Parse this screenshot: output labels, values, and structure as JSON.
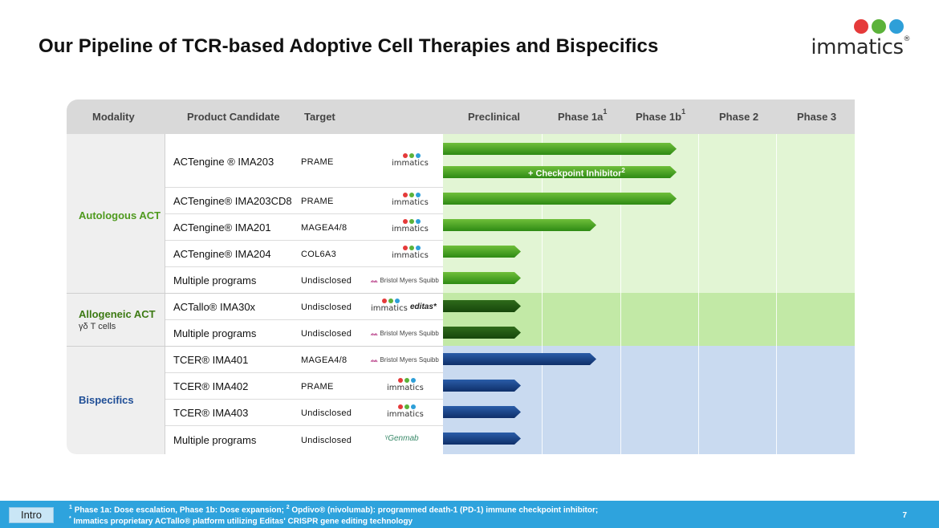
{
  "title": "Our Pipeline of TCR-based Adoptive Cell Therapies and Bispecifics",
  "logo": {
    "text": "immatics",
    "registered": "®",
    "dot_colors": [
      "#e53a3a",
      "#5bb23a",
      "#2e9fd8"
    ]
  },
  "header": {
    "modality": "Modality",
    "product": "Product Candidate",
    "target": "Target",
    "preclinical": "Preclinical",
    "phase1a": "Phase 1a",
    "phase1b": "Phase 1b",
    "phase1_sup": "1",
    "phase2": "Phase 2",
    "phase3": "Phase 3"
  },
  "groups": [
    {
      "name": "Autologous ACT",
      "sub": "",
      "color": "#4f9a1e"
    },
    {
      "name": "Allogeneic ACT",
      "sub": "γδ T cells",
      "color": "#3d7a14"
    },
    {
      "name": "Bispecifics",
      "sub": "",
      "color": "#1f4e96"
    }
  ],
  "rows": [
    {
      "candidate": "ACTengine ® IMA203",
      "target": "PRAME",
      "partner": "immatics"
    },
    {
      "candidate": "ACTengine® IMA203CD8",
      "target": "PRAME",
      "partner": "immatics"
    },
    {
      "candidate": "ACTengine® IMA201",
      "target": "MAGEA4/8",
      "partner": "immatics"
    },
    {
      "candidate": "ACTengine® IMA204",
      "target": "COL6A3",
      "partner": "immatics"
    },
    {
      "candidate": "Multiple programs",
      "target": "Undisclosed",
      "partner": "Bristol Myers Squibb"
    },
    {
      "candidate": "ACTallo® IMA30x",
      "target": "Undisclosed",
      "partner": "immatics",
      "partner2": "editas*"
    },
    {
      "candidate": "Multiple programs",
      "target": "Undisclosed",
      "partner": "Bristol Myers Squibb"
    },
    {
      "candidate": "TCER® IMA401",
      "target": "MAGEA4/8",
      "partner": "Bristol Myers Squibb"
    },
    {
      "candidate": "TCER® IMA402",
      "target": "PRAME",
      "partner": "immatics"
    },
    {
      "candidate": "TCER® IMA403",
      "target": "Undisclosed",
      "partner": "immatics"
    },
    {
      "candidate": "Multiple programs",
      "target": "Undisclosed",
      "partner": "Genmab"
    }
  ],
  "checkpoint_label": "+ Checkpoint Inhibitor",
  "checkpoint_sup": "2",
  "chart_data": {
    "type": "bar",
    "orientation": "horizontal",
    "stages": [
      "Preclinical",
      "Phase 1a",
      "Phase 1b",
      "Phase 2",
      "Phase 3"
    ],
    "note": "bar extent = number of stages reached (1 = Preclinical ... 3 = Phase 1b)",
    "bars": [
      {
        "candidate": "ACTengine ® IMA203",
        "extent": 3,
        "color": "green"
      },
      {
        "candidate": "ACTengine ® IMA203 + Checkpoint Inhibitor",
        "extent": 3,
        "color": "green"
      },
      {
        "candidate": "ACTengine® IMA203CD8",
        "extent": 3,
        "color": "green"
      },
      {
        "candidate": "ACTengine® IMA201",
        "extent": 2,
        "color": "green"
      },
      {
        "candidate": "ACTengine® IMA204",
        "extent": 1,
        "color": "green"
      },
      {
        "candidate": "Multiple programs (Autologous)",
        "extent": 1,
        "color": "green"
      },
      {
        "candidate": "ACTallo® IMA30x",
        "extent": 1,
        "color": "darkgreen"
      },
      {
        "candidate": "Multiple programs (Allogeneic)",
        "extent": 1,
        "color": "darkgreen"
      },
      {
        "candidate": "TCER® IMA401",
        "extent": 2,
        "color": "blue"
      },
      {
        "candidate": "TCER® IMA402",
        "extent": 1,
        "color": "blue"
      },
      {
        "candidate": "TCER® IMA403",
        "extent": 1,
        "color": "blue"
      },
      {
        "candidate": "Multiple programs (Bispecifics)",
        "extent": 1,
        "color": "blue"
      }
    ],
    "colors": {
      "green": "#3f9a1c",
      "darkgreen": "#1f5a10",
      "blue": "#163f82"
    },
    "backgrounds": {
      "autologous": "#e2f5d4",
      "allogeneic": "#c2e9a6",
      "bispecifics": "#c9daf0"
    }
  },
  "footer": {
    "tab": "Intro",
    "note1_sup": "1",
    "note1": "Phase 1a: Dose escalation, Phase 1b: Dose expansion;",
    "note2_sup": "2",
    "note2": "Opdivo® (nivolumab): programmed death-1 (PD-1) immune checkpoint inhibitor;",
    "note3_sup": "*",
    "note3": "Immatics proprietary ACTallo® platform utilizing Editas' CRISPR gene editing technology",
    "page": "7"
  }
}
